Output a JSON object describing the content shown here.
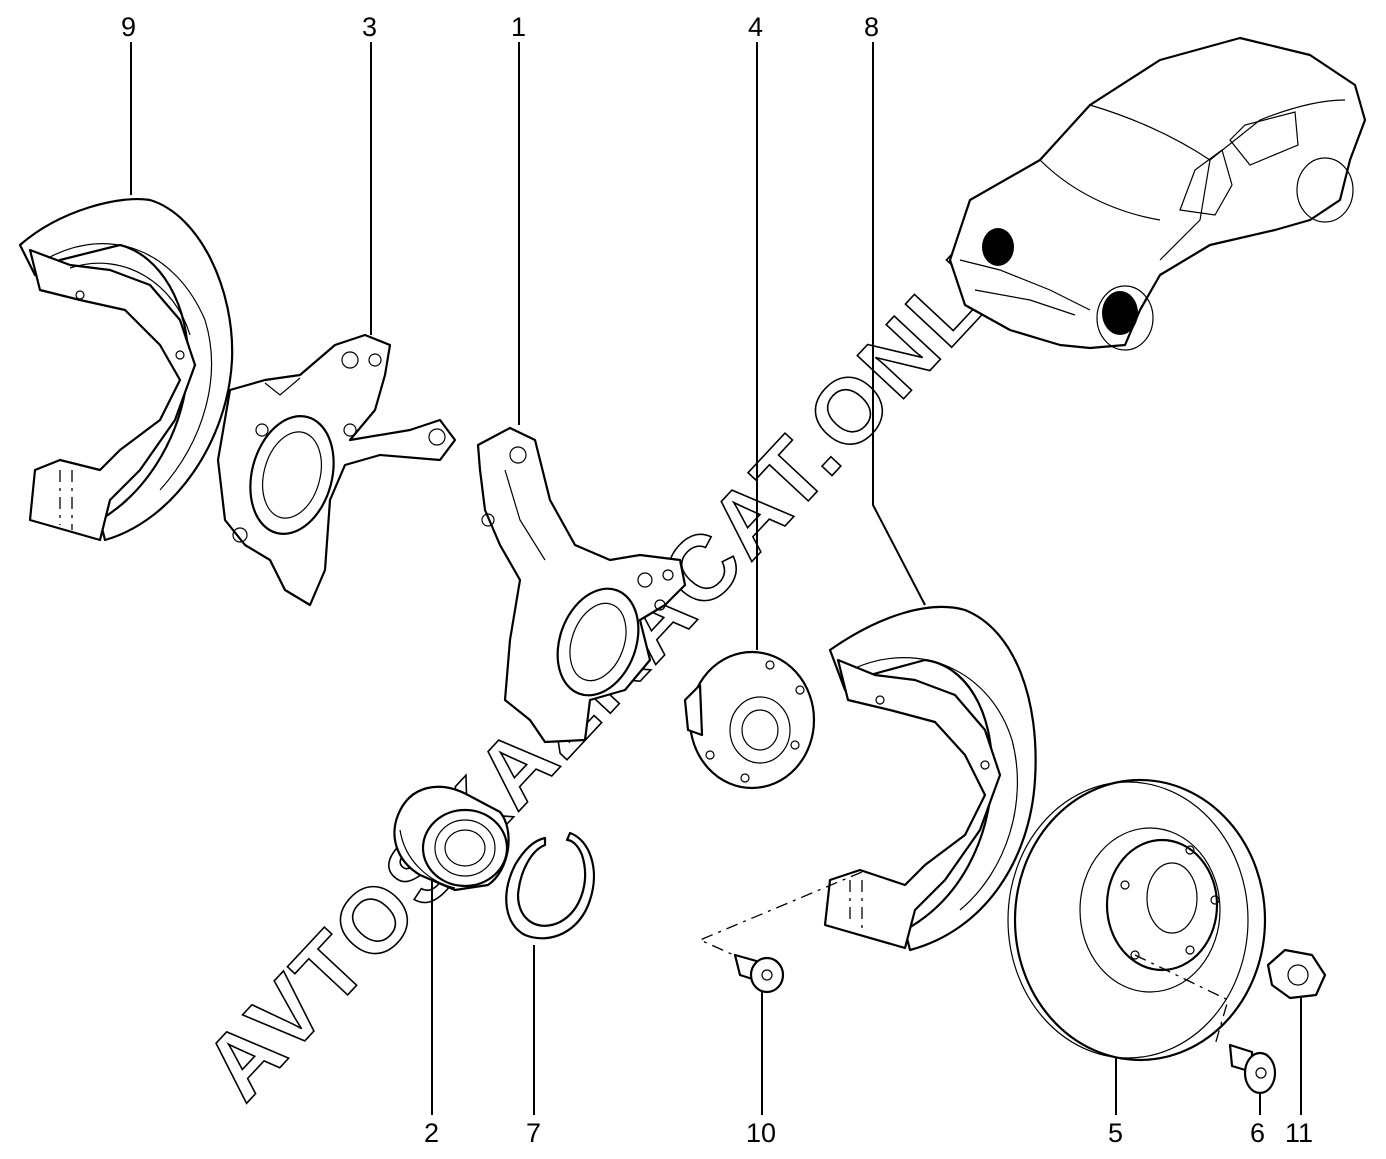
{
  "callouts": {
    "c1": "1",
    "c2": "2",
    "c3": "3",
    "c4": "4",
    "c5": "5",
    "c6": "6",
    "c7": "7",
    "c8": "8",
    "c9": "9",
    "c10": "10",
    "c11": "11"
  },
  "watermark": "AVTOSKAZKACAT.ONLINE"
}
